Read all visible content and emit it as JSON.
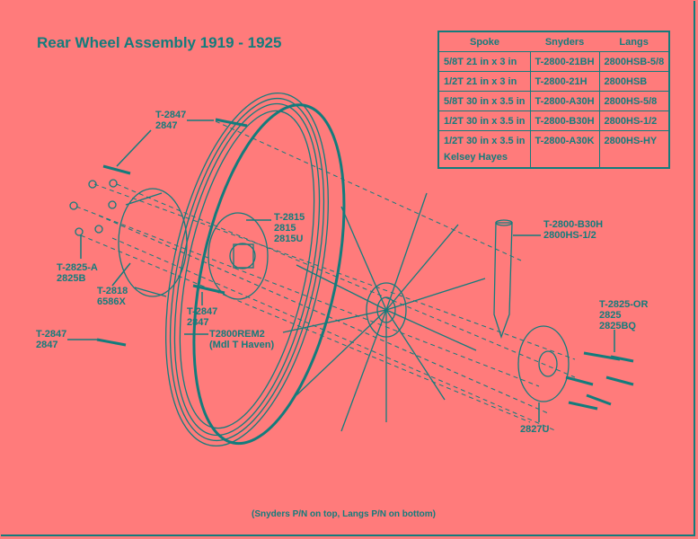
{
  "title": "Rear Wheel Assembly 1919 - 1925",
  "table": {
    "headers": [
      "Spoke",
      "Snyders",
      "Langs"
    ],
    "rows": [
      [
        "5/8T 21 in x 3 in",
        "T-2800-21BH",
        "2800HSB-5/8"
      ],
      [
        "1/2T 21 in x 3 in",
        "T-2800-21H",
        "2800HSB"
      ],
      [
        "5/8T 30 in x 3.5 in",
        "T-2800-A30H",
        "2800HS-5/8"
      ],
      [
        "1/2T 30 in x 3.5 in",
        "T-2800-B30H",
        "2800HS-1/2"
      ],
      [
        "1/2T 30 in x 3.5 in",
        "T-2800-A30K",
        "2800HS-HY"
      ]
    ],
    "row5_extra": "Kelsey Hayes"
  },
  "labels": {
    "bolt_top": "T-2847\n2847",
    "flange_front": "T-2815\n2815\n2815U",
    "nut": "T-2825-A\n2825B",
    "drum": "T-2818\n6586X",
    "bolt_mid": "T-2847\n2847",
    "bolt_left": "T-2847\n2847",
    "rim": "T2800REM2\n(Mdl T Haven)",
    "spoke": "T-2800-B30H\n2800HS-1/2",
    "bolt_right": "T-2825-OR\n2825\n2825BQ",
    "flange_rear": "2827U"
  },
  "footnote": "(Snyders P/N on top, Langs P/N on bottom)",
  "colors": {
    "background": "#ff7b7b",
    "ink": "#137c7c"
  }
}
